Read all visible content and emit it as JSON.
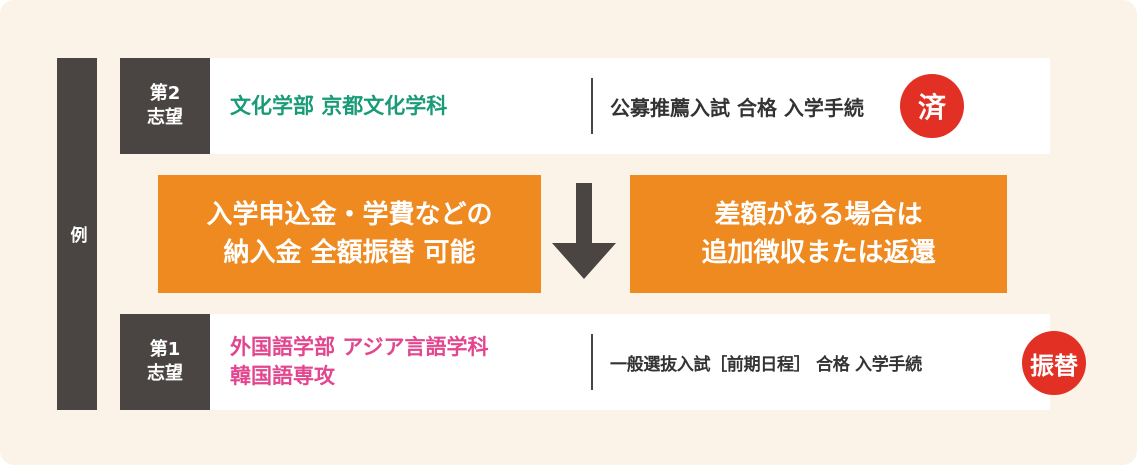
{
  "example_label": "例",
  "rows": {
    "top": {
      "choice_line1": "第2",
      "choice_line2": "志望",
      "department": "文化学部 京都文化学科",
      "exam": "公募推薦入試 合格 入学手続",
      "stamp": "済"
    },
    "bottom": {
      "choice_line1": "第1",
      "choice_line2": "志望",
      "department_line1": "外国語学部 アジア言語学科",
      "department_line2": "韓国語専攻",
      "exam": "一般選抜入試［前期日程］ 合格 入学手続",
      "stamp": "振替"
    }
  },
  "middle": {
    "left_line1": "入学申込金・学費などの",
    "left_line2": "納入金 全額振替 可能",
    "right_line1": "差額がある場合は",
    "right_line2": "追加徴収または返還"
  },
  "colors": {
    "background": "#fcf3e8",
    "dark": "#4a4543",
    "green": "#1a9b78",
    "pink": "#e1468f",
    "orange": "#ef8a21",
    "red": "#e23025"
  }
}
